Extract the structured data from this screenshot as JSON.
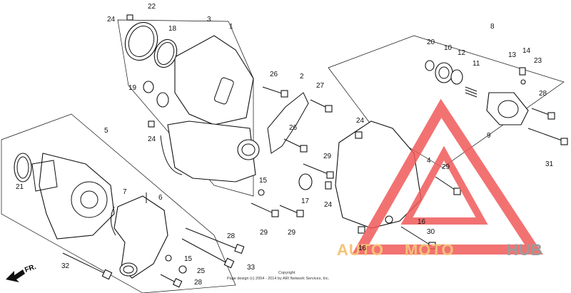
{
  "diagram": {
    "part_numbers": [
      {
        "id": "p1",
        "label": "1"
      },
      {
        "id": "p2",
        "label": "2"
      },
      {
        "id": "p3",
        "label": "3"
      },
      {
        "id": "p4",
        "label": "4"
      },
      {
        "id": "p5",
        "label": "5"
      },
      {
        "id": "p6",
        "label": "6"
      },
      {
        "id": "p7",
        "label": "7"
      },
      {
        "id": "p8",
        "label": "8"
      },
      {
        "id": "p9",
        "label": "9"
      },
      {
        "id": "p10",
        "label": "10"
      },
      {
        "id": "p11",
        "label": "11"
      },
      {
        "id": "p12",
        "label": "12"
      },
      {
        "id": "p13",
        "label": "13"
      },
      {
        "id": "p14",
        "label": "14"
      },
      {
        "id": "p15a",
        "label": "15"
      },
      {
        "id": "p15b",
        "label": "15"
      },
      {
        "id": "p16a",
        "label": "16"
      },
      {
        "id": "p16b",
        "label": "16"
      },
      {
        "id": "p17",
        "label": "17"
      },
      {
        "id": "p18",
        "label": "18"
      },
      {
        "id": "p19",
        "label": "19"
      },
      {
        "id": "p20",
        "label": "20"
      },
      {
        "id": "p21",
        "label": "21"
      },
      {
        "id": "p22",
        "label": "22"
      },
      {
        "id": "p23",
        "label": "23"
      },
      {
        "id": "p24a",
        "label": "24"
      },
      {
        "id": "p24b",
        "label": "24"
      },
      {
        "id": "p24c",
        "label": "24"
      },
      {
        "id": "p24d",
        "label": "24"
      },
      {
        "id": "p25",
        "label": "25"
      },
      {
        "id": "p26a",
        "label": "26"
      },
      {
        "id": "p26b",
        "label": "26"
      },
      {
        "id": "p27",
        "label": "27"
      },
      {
        "id": "p28a",
        "label": "28"
      },
      {
        "id": "p28b",
        "label": "28"
      },
      {
        "id": "p28c",
        "label": "28"
      },
      {
        "id": "p29a",
        "label": "29"
      },
      {
        "id": "p29b",
        "label": "29"
      },
      {
        "id": "p29c",
        "label": "29"
      },
      {
        "id": "p29d",
        "label": "29"
      },
      {
        "id": "p30",
        "label": "30"
      },
      {
        "id": "p31",
        "label": "31"
      },
      {
        "id": "p32",
        "label": "32"
      },
      {
        "id": "p33",
        "label": "33"
      }
    ],
    "direction_label": "FR.",
    "copyright_line1": "Copyright",
    "copyright_line2": "Page design (c) 2004 - 2014 by ARI Network Services, Inc."
  },
  "watermark": {
    "text_auto": "AUTO",
    "text_moto": "MOTO",
    "text_hub": "HUB",
    "colors": {
      "auto": "#f4b860",
      "moto": "#f4b860",
      "hub": "#8a8a8a",
      "triangle": "#f05a5a"
    }
  }
}
